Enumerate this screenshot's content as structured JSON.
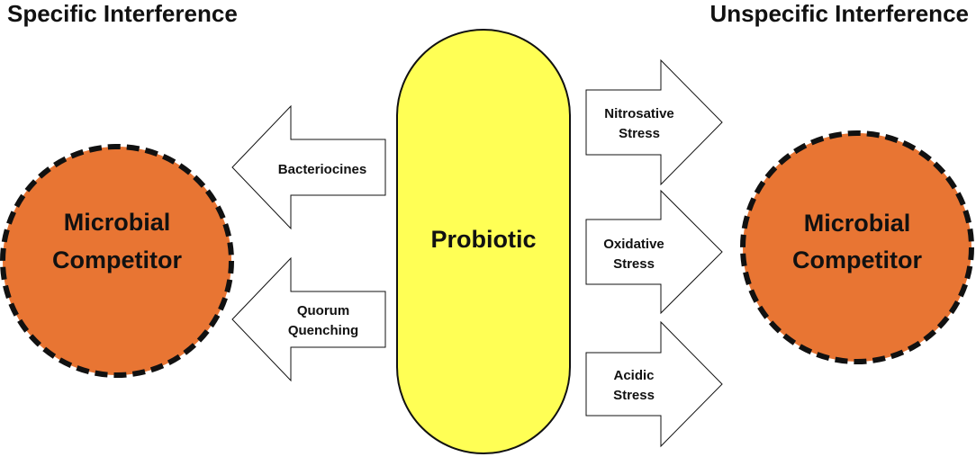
{
  "headings": {
    "left": "Specific Interference",
    "right": "Unspecific Interference"
  },
  "probiotic": {
    "label": "Probiotic",
    "fill": "#ffff55"
  },
  "competitors": {
    "fill": "#e87533",
    "left": {
      "line1": "Microbial",
      "line2": "Competitor"
    },
    "right": {
      "line1": "Microbial",
      "line2": "Competitor"
    }
  },
  "specific_arrows": [
    {
      "line1": "Bacteriocines",
      "line2": ""
    },
    {
      "line1": "Quorum",
      "line2": "Quenching"
    }
  ],
  "unspecific_arrows": [
    {
      "line1": "Nitrosative",
      "line2": "Stress"
    },
    {
      "line1": "Oxidative",
      "line2": "Stress"
    },
    {
      "line1": "Acidic",
      "line2": "Stress"
    }
  ]
}
